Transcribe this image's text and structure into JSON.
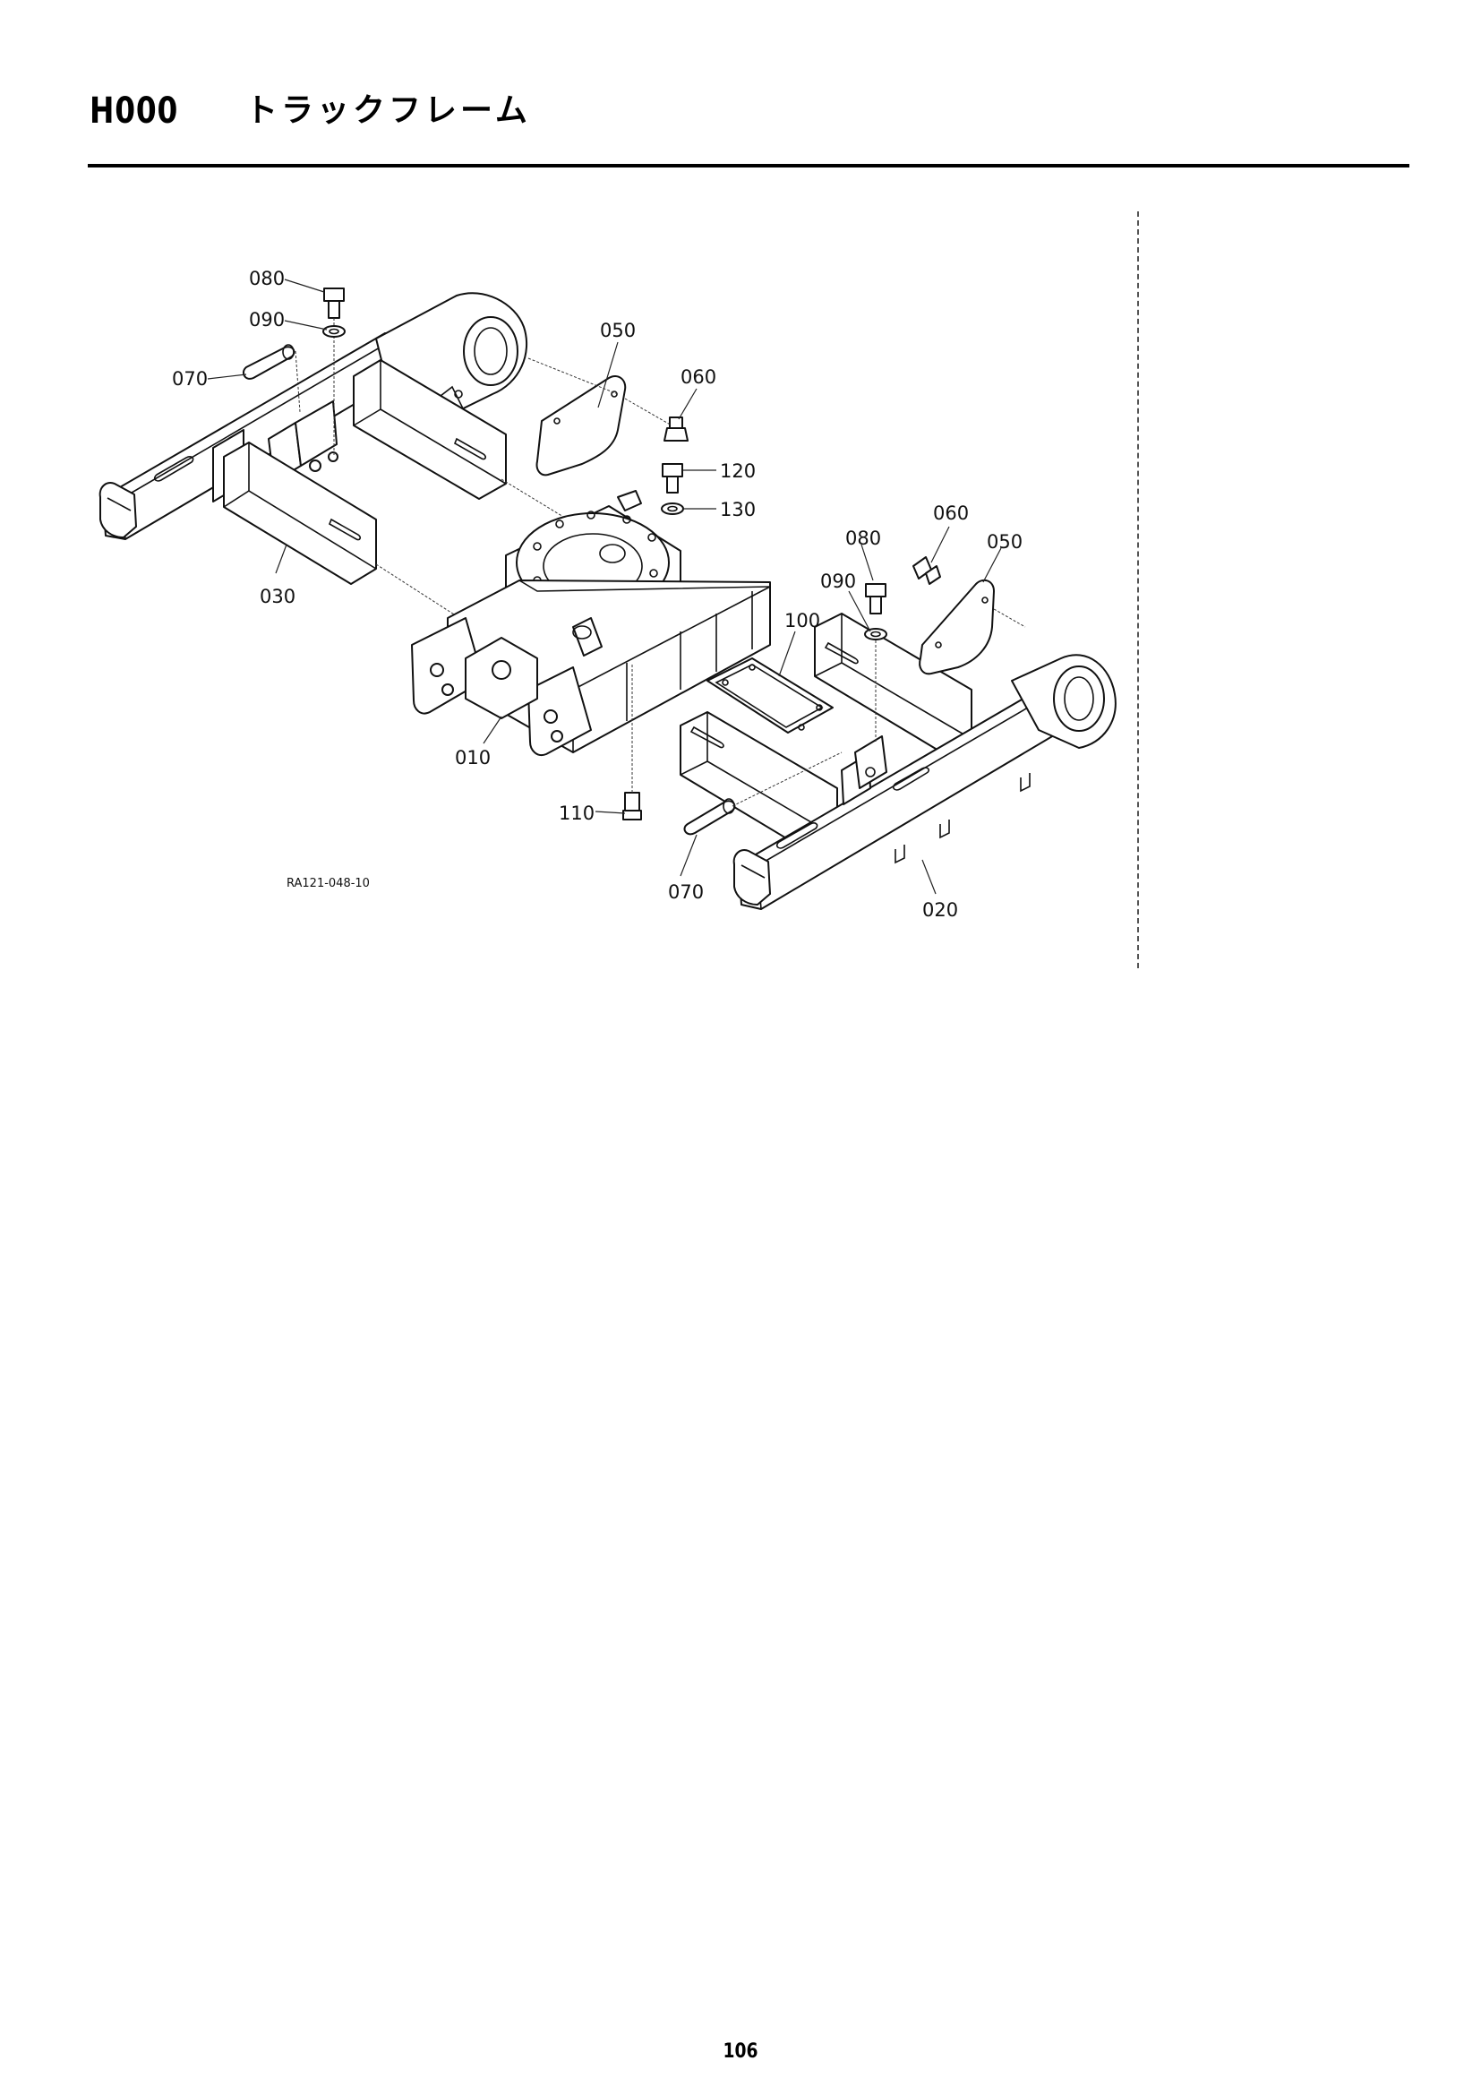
{
  "header": {
    "section_code": "H000",
    "section_title": "トラックフレーム"
  },
  "figure": {
    "figure_code": "RA121-048-10",
    "callouts": [
      {
        "id": "c080a",
        "label": "080"
      },
      {
        "id": "c090a",
        "label": "090"
      },
      {
        "id": "c070a",
        "label": "070"
      },
      {
        "id": "c050a",
        "label": "050"
      },
      {
        "id": "c060a",
        "label": "060"
      },
      {
        "id": "c120",
        "label": "120"
      },
      {
        "id": "c130",
        "label": "130"
      },
      {
        "id": "c060b",
        "label": "060"
      },
      {
        "id": "c080b",
        "label": "080"
      },
      {
        "id": "c050b",
        "label": "050"
      },
      {
        "id": "c090b",
        "label": "090"
      },
      {
        "id": "c030",
        "label": "030"
      },
      {
        "id": "c100",
        "label": "100"
      },
      {
        "id": "c010",
        "label": "010"
      },
      {
        "id": "c110",
        "label": "110"
      },
      {
        "id": "c070b",
        "label": "070"
      },
      {
        "id": "c020",
        "label": "020"
      }
    ]
  },
  "footer": {
    "page_number": "106"
  }
}
